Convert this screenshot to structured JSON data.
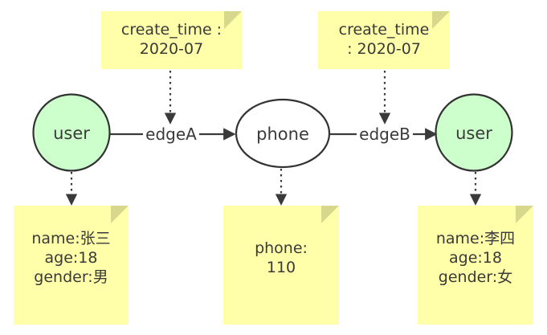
{
  "diagram": {
    "type": "property-graph",
    "background": "#ffffff",
    "colors": {
      "entity_fill": "#ccffcc",
      "entity_stroke": "#333333",
      "value_fill": "#ffffff",
      "note_fill": "#ffffaa",
      "note_fold": "#d8d88c",
      "text": "#3a3a3a"
    },
    "nodes": [
      {
        "id": "user-left",
        "label": "user",
        "shape": "circle",
        "fill": "#ccffcc"
      },
      {
        "id": "phone",
        "label": "phone",
        "shape": "ellipse",
        "fill": "#ffffff"
      },
      {
        "id": "user-right",
        "label": "user",
        "shape": "circle",
        "fill": "#ccffcc"
      }
    ],
    "edges": [
      {
        "id": "edgeA",
        "label": "edgeA",
        "from": "user-left",
        "to": "phone"
      },
      {
        "id": "edgeB",
        "label": "edgeB",
        "from": "phone",
        "to": "user-right"
      }
    ],
    "edge_notes": [
      {
        "for": "edgeA",
        "text": "create_time :\n2020-07"
      },
      {
        "for": "edgeB",
        "text": "create_time\n: 2020-07"
      }
    ],
    "node_notes": [
      {
        "for": "user-left",
        "text": "name:张三\nage:18\ngender:男"
      },
      {
        "for": "phone",
        "text": "phone:\n110"
      },
      {
        "for": "user-right",
        "text": "name:李四\nage:18\ngender:女"
      }
    ]
  }
}
